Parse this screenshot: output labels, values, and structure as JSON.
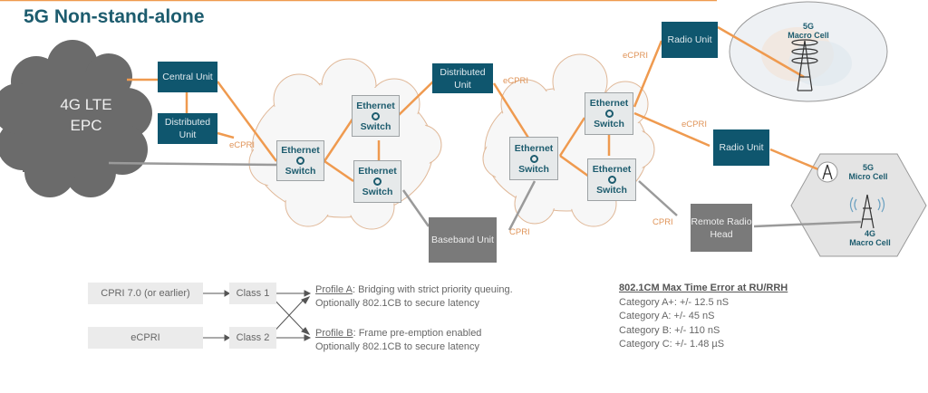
{
  "title": "5G Non-stand-alone",
  "epc": {
    "line1": "4G LTE",
    "line2": "EPC"
  },
  "nodes": {
    "central_unit": "Central Unit",
    "distributed_unit_1": "Distributed Unit",
    "distributed_unit_2": "Distributed Unit",
    "baseband_unit": "Baseband Unit",
    "radio_unit_1": "Radio Unit",
    "radio_unit_2": "Radio Unit",
    "remote_radio_head": "Remote Radio Head"
  },
  "switch": {
    "line1": "Ethernet",
    "line2": "Switch"
  },
  "link_labels": {
    "ecpri": "eCPRI",
    "cpri": "CPRI"
  },
  "cells": {
    "macro_5g": {
      "line1": "5G",
      "line2": "Macro Cell"
    },
    "micro_5g": {
      "line1": "5G",
      "line2": "Micro Cell"
    },
    "macro_4g": {
      "line1": "4G",
      "line2": "Macro Cell"
    }
  },
  "flow": {
    "inputs": [
      "CPRI 7.0 (or earlier)",
      "eCPRI"
    ],
    "classes": [
      "Class 1",
      "Class 2"
    ],
    "profiles": [
      {
        "name": "Profile A",
        "desc": ": Bridging with strict priority queuing.",
        "line2": "Optionally 802.1CB to secure latency"
      },
      {
        "name": "Profile B",
        "desc": ": Frame pre-emption enabled",
        "line2": "Optionally 802.1CB to secure latency"
      }
    ]
  },
  "time_error": {
    "heading": "802.1CM Max Time Error at RU/RRH",
    "categories": [
      "Category A+: +/- 12.5 nS",
      "Category A: +/- 45 nS",
      "Category B: +/- 110 nS",
      "Category C: +/- 1.48 µS"
    ]
  },
  "colors": {
    "teal": "#0f566e",
    "orange": "#ef9a4f",
    "grey_link": "#9a9a9a",
    "epc_cloud": "#6b6b6b"
  }
}
